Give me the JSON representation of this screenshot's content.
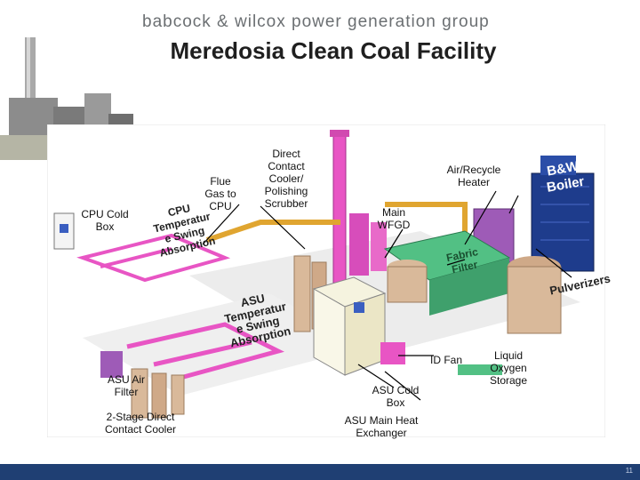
{
  "header": {
    "brand": "babcock & wilcox power generation group",
    "title": "Meredosia Clean Coal Facility"
  },
  "labels": {
    "cpu_cold_box": "CPU Cold\nBox",
    "cpu_tsa": "CPU\nTemperatur\ne Swing\nAbsorption",
    "flue_gas": "Flue\nGas to\nCPU",
    "dcc": "Direct\nContact\nCooler/\nPolishing\nScrubber",
    "air_heater": "Air/Recycle\nHeater",
    "bw_boiler": "B&W\nBoiler",
    "main_wfgd": "Main\nWFGD",
    "fabric_filter": "Fabric\nFilter",
    "pulverizers": "Pulverizers",
    "asu_tsa": "ASU\nTemperatur\ne Swing\nAbsorption",
    "id_fan": "ID Fan",
    "lox": "Liquid\nOxygen\nStorage",
    "asu_air_filter": "ASU Air\nFilter",
    "two_stage_dcc": "2-Stage Direct\nContact Cooler",
    "asu_cold_box": "ASU Cold\nBox",
    "asu_heat_exchanger": "ASU Main Heat\nExchanger"
  },
  "footer": {
    "page": "11"
  },
  "colors": {
    "footer": "#1f3f73",
    "boiler": "#1e3c8c",
    "pink": "#e855c4",
    "tan": "#d9b99a",
    "pipe": "#e0a530"
  }
}
